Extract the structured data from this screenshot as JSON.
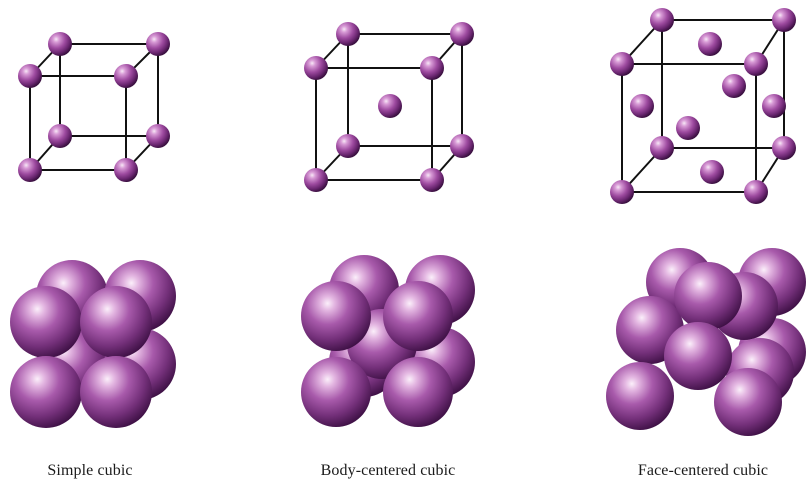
{
  "colors": {
    "atom_base": "#8b3d8f",
    "atom_highlight": "#f4dcf1",
    "atom_shadow": "#3f1242",
    "bond": "#111111",
    "label": "#1a1a1a"
  },
  "panels": [
    {
      "id": "simple",
      "label": "Simple cubic"
    },
    {
      "id": "bcc",
      "label": "Body-centered cubic"
    },
    {
      "id": "fcc",
      "label": "Face-centered cubic"
    }
  ]
}
